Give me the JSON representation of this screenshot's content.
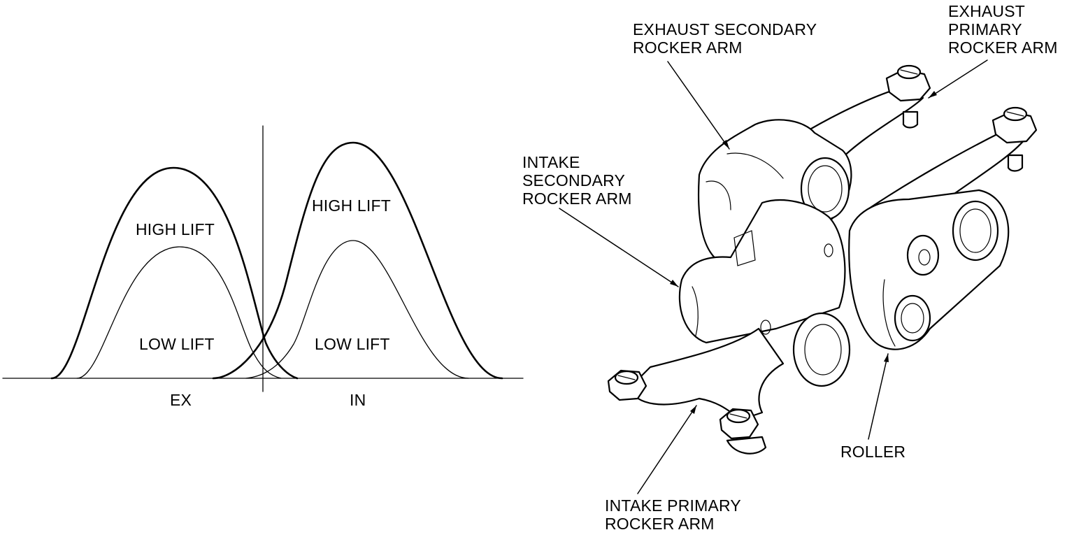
{
  "lift_chart": {
    "ex_high_label": "HIGH LIFT",
    "ex_low_label": "LOW LIFT",
    "in_high_label": "HIGH LIFT",
    "in_low_label": "LOW LIFT",
    "ex_axis_label": "EX",
    "in_axis_label": "IN"
  },
  "rocker_labels": {
    "exhaust_secondary": [
      "EXHAUST SECONDARY",
      "ROCKER ARM"
    ],
    "exhaust_primary": [
      "EXHAUST",
      "PRIMARY",
      "ROCKER ARM"
    ],
    "intake_secondary": [
      "INTAKE",
      "SECONDARY",
      "ROCKER ARM"
    ],
    "intake_primary": [
      "INTAKE PRIMARY",
      "ROCKER ARM"
    ],
    "roller": "ROLLER"
  }
}
